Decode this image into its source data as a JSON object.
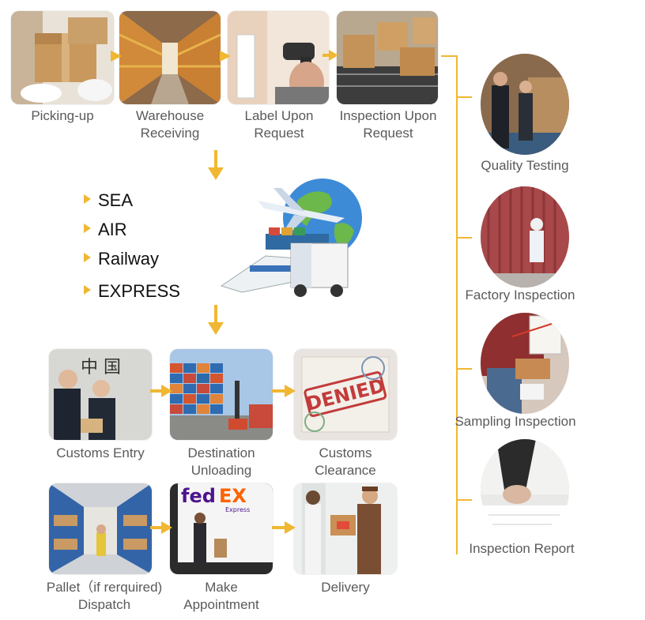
{
  "accent": "#f0b733",
  "steps_top": [
    {
      "label": "Picking-up",
      "icon": "box-handling-photo"
    },
    {
      "label": "Warehouse\nReceiving",
      "icon": "warehouse-aisle-photo"
    },
    {
      "label": "Label Upon\nRequest",
      "icon": "barcode-scanner-photo"
    },
    {
      "label": "Inspection Upon\nRequest",
      "icon": "conveyor-boxes-photo"
    }
  ],
  "transport_modes": [
    "SEA",
    "AIR",
    "Railway",
    "EXPRESS"
  ],
  "steps_mid": [
    {
      "label": "Customs Entry",
      "icon": "customs-officers-photo"
    },
    {
      "label": "Destination\nUnloading",
      "icon": "container-yard-photo"
    },
    {
      "label": "Customs\nClearance",
      "icon": "denied-stamp-photo"
    }
  ],
  "steps_bottom": [
    {
      "label": "Pallet（if rerquired)\nDispatch",
      "icon": "pallet-warehouse-photo"
    },
    {
      "label": "Make\nAppointment",
      "icon": "fedex-truck-photo"
    },
    {
      "label": "Delivery",
      "icon": "package-delivery-photo"
    }
  ],
  "inspection_services": [
    {
      "label": "Quality Testing",
      "icon": "quality-inspector-photo"
    },
    {
      "label": "Factory Inspection",
      "icon": "container-inspector-photo"
    },
    {
      "label": "Sampling Inspection",
      "icon": "sampling-clipboard-photo"
    },
    {
      "label": "Inspection Report",
      "icon": "signing-report-photo"
    }
  ]
}
